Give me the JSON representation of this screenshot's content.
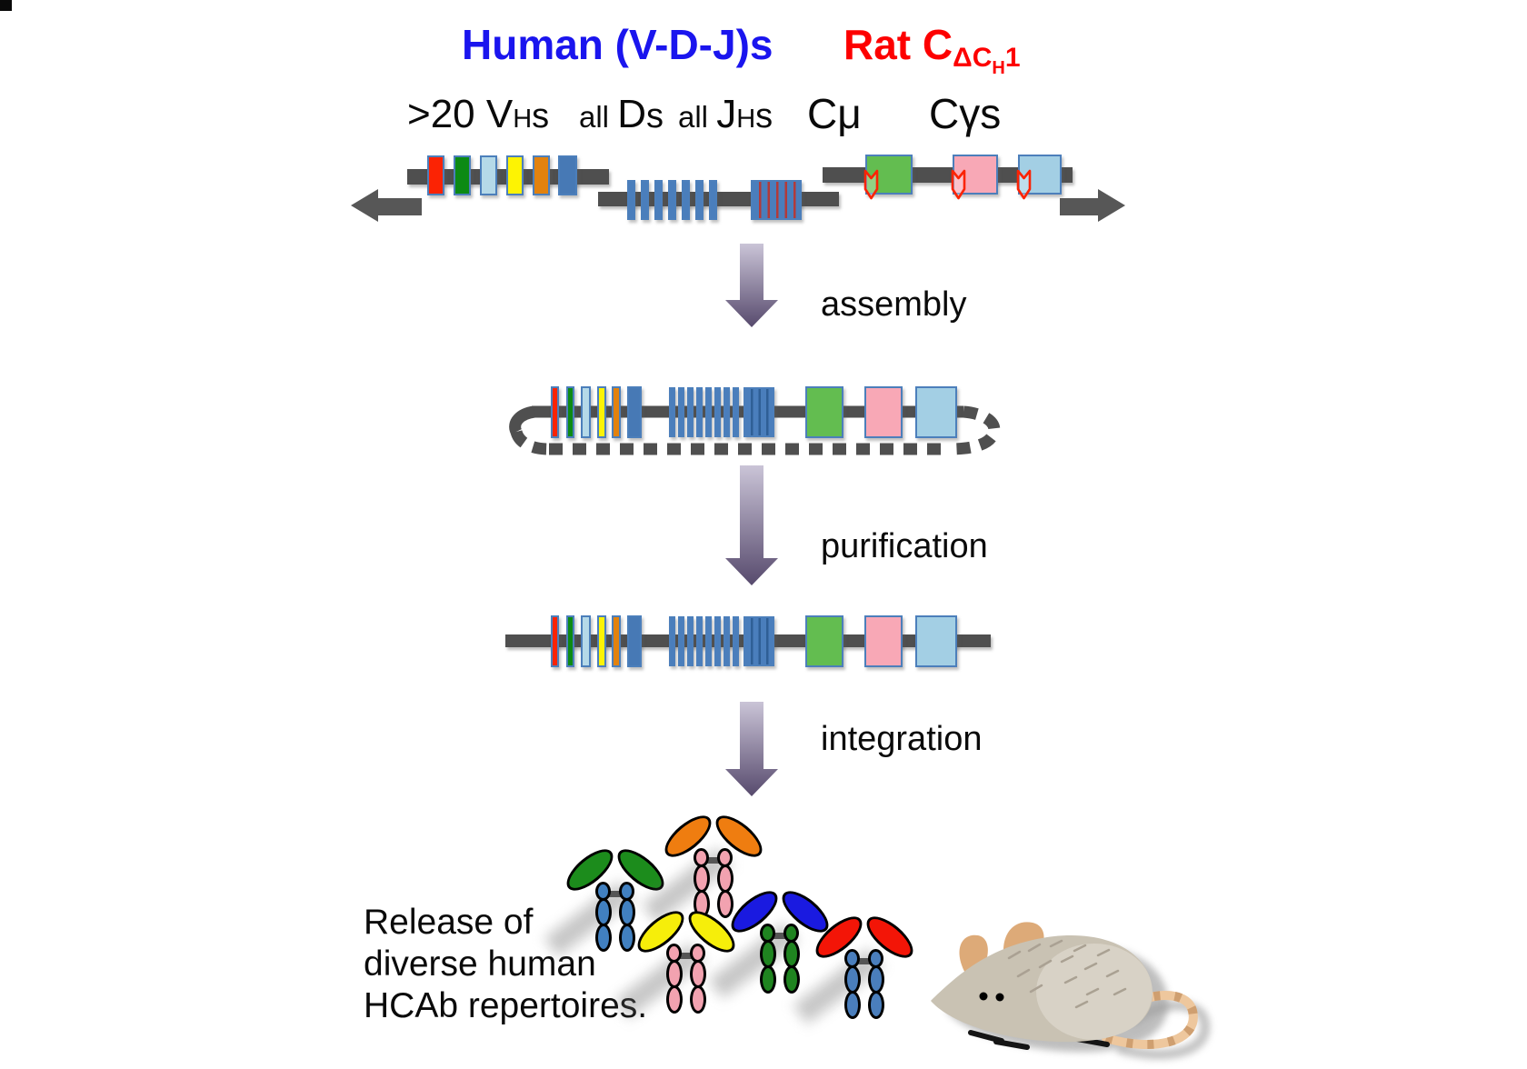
{
  "title_left": {
    "text": "Human (V-D-J)s",
    "color": "#1a15ee"
  },
  "title_right": {
    "main": "Rat C",
    "sub": "ΔC",
    "subsub": "H",
    "sub_end": "1",
    "color": "#fd0000"
  },
  "locus_labels": {
    "v": {
      "pre": ">20 V",
      "sub": "H",
      "post": "s"
    },
    "d": {
      "pre": "all ",
      "big": "D",
      "post": "s"
    },
    "j": {
      "pre": "all ",
      "big": "J",
      "sub": "H",
      "post": "s"
    },
    "cmu": "Cμ",
    "cgamma": {
      "pre": "C",
      "greek": "γ",
      "post": "s"
    }
  },
  "steps": {
    "assembly": "assembly",
    "purification": "purification",
    "integration": "integration"
  },
  "release_text": {
    "line1": "Release of",
    "line2": "diverse human",
    "line3": "HCAb repertoires."
  },
  "colors": {
    "bar": "#4f4f4f",
    "segment_border": "#4c7fbb",
    "v_segments": [
      "#fb2304",
      "#0c8a14",
      "#b5d9e8",
      "#fdf303",
      "#e2820e",
      "#4779b5"
    ],
    "d_segment": "#4a7ebc",
    "c_segments": [
      "#63bd50",
      "#f8a8b6",
      "#a3cfe4"
    ],
    "marker": "#fb2304",
    "gray_arrow": "#575757",
    "arrow_gradient_top": "#cac4d7",
    "arrow_gradient_bottom": "#574a6d"
  },
  "antibodies": [
    {
      "arms": "#1c8c1c",
      "body": "#4180c0"
    },
    {
      "arms": "#ef7d10",
      "body": "#f2a2b0"
    },
    {
      "arms": "#f6ee0a",
      "body": "#f2a2b0"
    },
    {
      "arms": "#1a1ae0",
      "body": "#1f8420"
    },
    {
      "arms": "#f31507",
      "body": "#4a7ebc"
    }
  ],
  "rat": {
    "body": "#c9c2b3",
    "patch": "#d8d2c6",
    "ear": "#ddaa78",
    "tail": "#eec79d",
    "tail_stripe": "#cf9f70",
    "eye": "#000000",
    "shadow": "#9b9b9b",
    "fur": "#aaa193"
  }
}
